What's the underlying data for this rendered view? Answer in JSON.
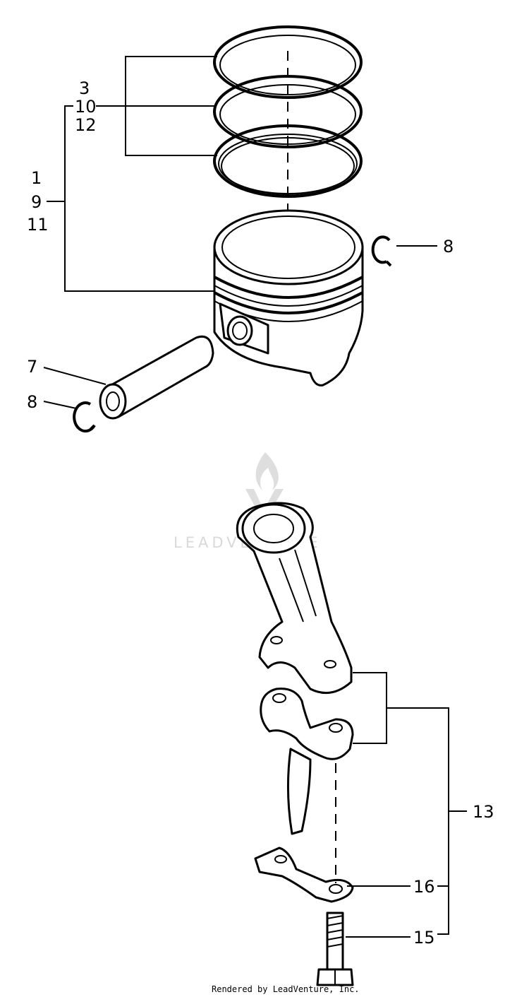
{
  "callouts": {
    "rings_a": "3",
    "rings_b": "10",
    "rings_c": "12",
    "piston_a": "1",
    "piston_b": "9",
    "piston_c": "11",
    "clip_right": "8",
    "pin": "7",
    "clip_left": "8",
    "rod_assembly": "13",
    "lock_plate": "16",
    "rod_bolt": "15"
  },
  "watermark": {
    "text": "LEADVENTURE",
    "logo_icon": "flame-v-logo-icon"
  },
  "footer": {
    "text": "Rendered by LeadVenture, Inc."
  }
}
